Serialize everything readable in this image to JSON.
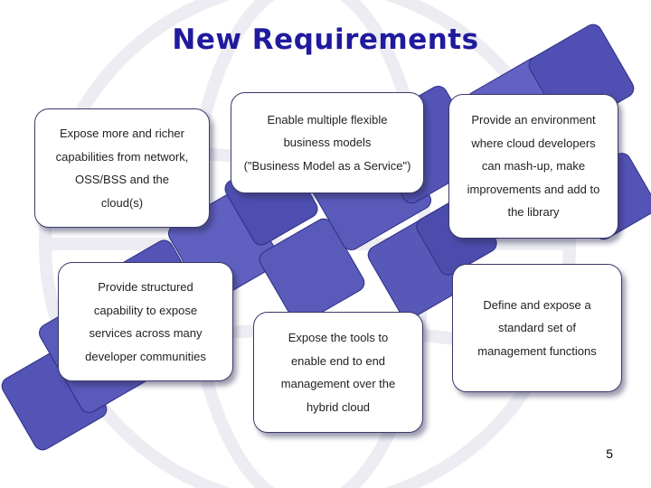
{
  "slide": {
    "title": "New Requirements",
    "page_number": "5"
  },
  "requirements": [
    {
      "lines": [
        "Expose more and richer",
        "capabilities from network,",
        "OSS/BSS and the",
        "cloud(s)"
      ]
    },
    {
      "lines": [
        "Enable multiple flexible",
        "business models",
        "(\"Business Model as a Service\")"
      ]
    },
    {
      "lines": [
        "Provide an environment",
        "where cloud developers",
        "can mash-up, make",
        "improvements and add to",
        "the library"
      ]
    },
    {
      "lines": [
        "Provide structured",
        "capability to expose",
        "services across many",
        "developer communities"
      ]
    },
    {
      "lines": [
        "Expose the tools to",
        "enable end to end",
        "management over the",
        "hybrid cloud"
      ]
    },
    {
      "lines": [
        "Define and expose a",
        "standard set of",
        "management functions"
      ]
    }
  ],
  "colors": {
    "title": "#1f1a9e",
    "square_fill": "#5454b6",
    "square_dark": "#2e2e86"
  }
}
